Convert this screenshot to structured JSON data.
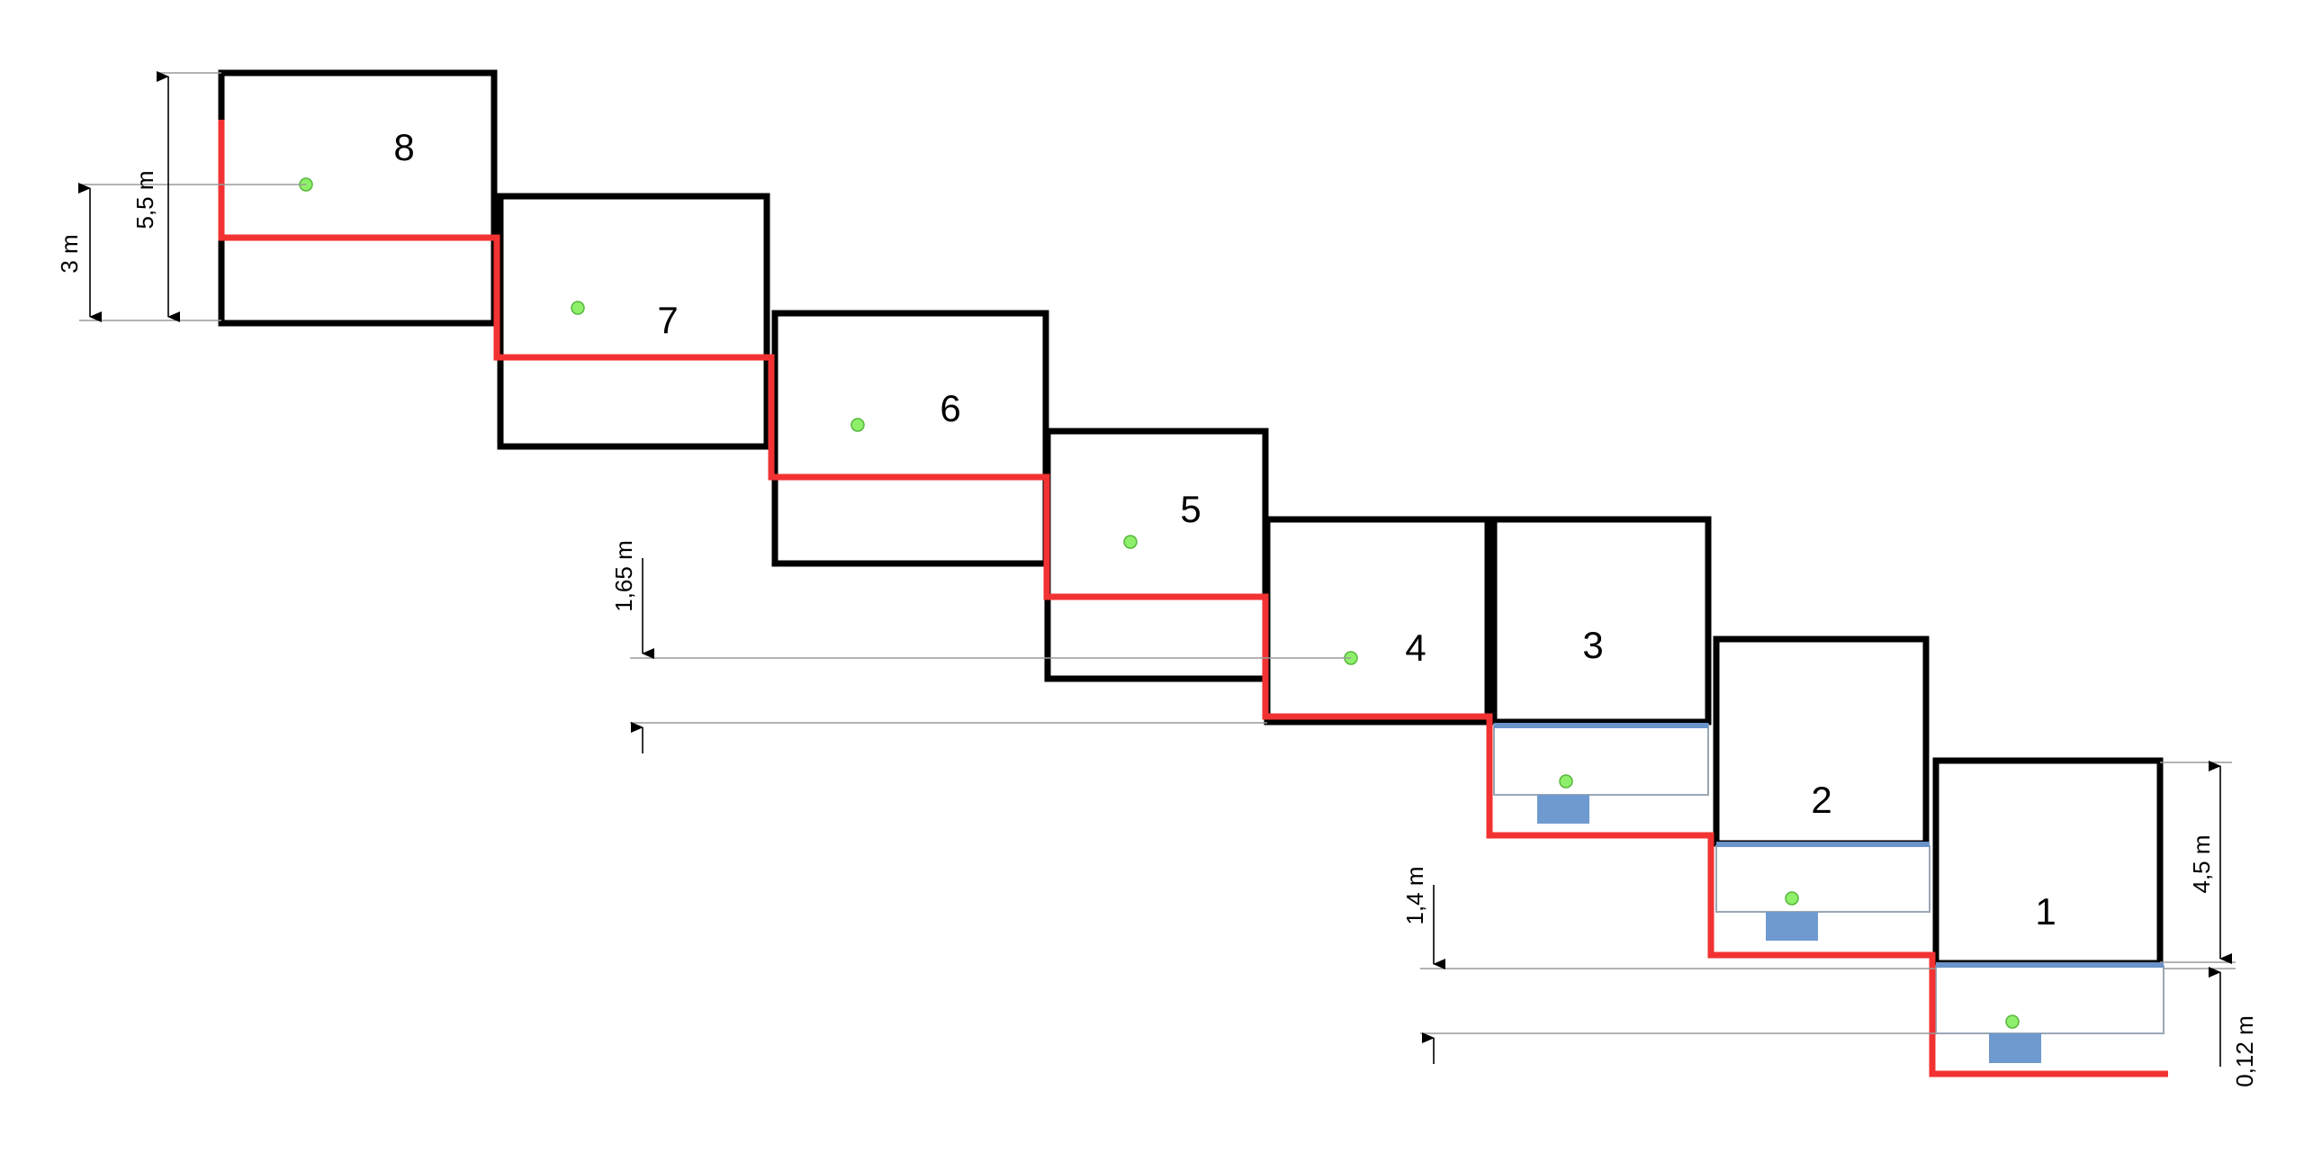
{
  "compartments": [
    {
      "number": "8"
    },
    {
      "number": "7"
    },
    {
      "number": "6"
    },
    {
      "number": "5"
    },
    {
      "number": "4"
    },
    {
      "number": "3"
    },
    {
      "number": "2"
    },
    {
      "number": "1"
    }
  ],
  "dimensions": {
    "height_total": "5,5 m",
    "height_point": "3 m",
    "offset_upper": "1,65 m",
    "offset_lower": "1,4 m",
    "height_box": "4,5 m",
    "gap": "0,12 m"
  },
  "colors": {
    "box": "#000000",
    "step_line": "#f23232",
    "water": "#6f9acf",
    "point": "#8ef06a"
  }
}
